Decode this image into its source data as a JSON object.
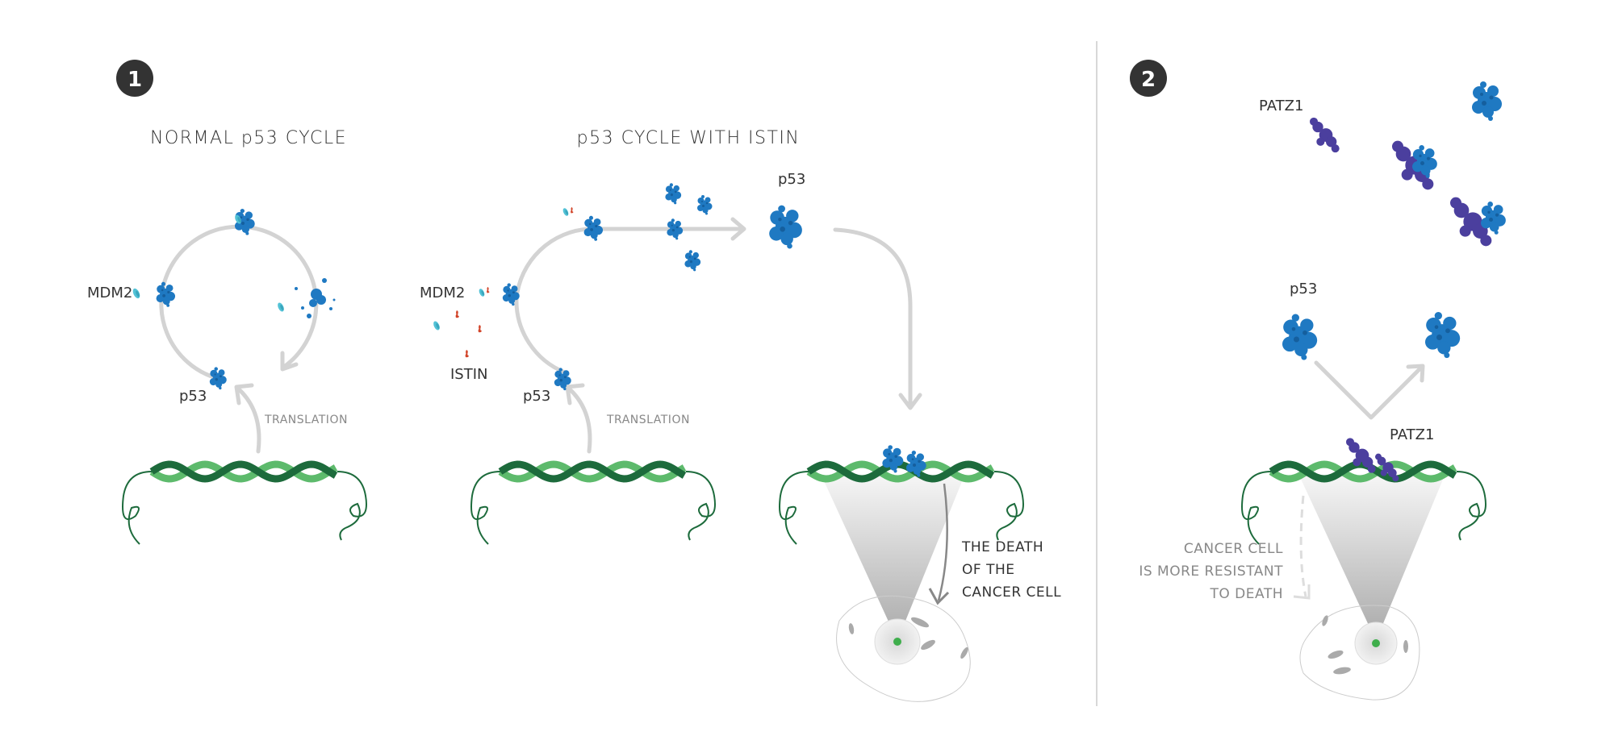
{
  "panel1": {
    "badge": "1",
    "normal_cycle": {
      "title": "NORMAL p53 CYCLE",
      "mdm2_label": "MDM2",
      "p53_label": "p53",
      "translation_label": "TRANSLATION"
    },
    "istin_cycle": {
      "title": "p53 CYCLE WITH ISTIN",
      "mdm2_label": "MDM2",
      "istin_label": "ISTIN",
      "p53_label": "p53",
      "p53_top_label": "p53",
      "translation_label": "TRANSLATION",
      "outcome_lines": [
        "THE DEATH",
        "OF THE",
        "CANCER CELL"
      ]
    }
  },
  "panel2": {
    "badge": "2",
    "patz1_top_label": "PATZ1",
    "p53_label": "p53",
    "patz1_dna_label": "PATZ1",
    "outcome_lines": [
      "CANCER CELL",
      "IS MORE RESISTANT",
      "TO DEATH"
    ]
  },
  "colors": {
    "p53": "#1f79c2",
    "mdm2": "#52c2d6",
    "istin": "#d2452a",
    "patz1": "#4b3f9e",
    "dna_dark": "#1d6b3c",
    "dna_light": "#5dba6c",
    "arrow": "#d3d3d3",
    "badge": "#333333"
  }
}
